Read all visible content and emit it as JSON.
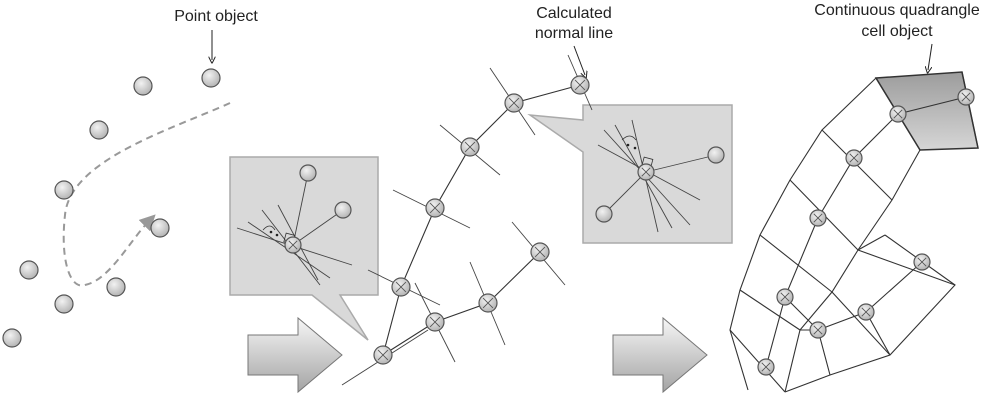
{
  "labels": {
    "point_object": "Point  object",
    "normal_line_1": "Calculated",
    "normal_line_2": "normal line",
    "cell_object_1": "Continuous quadrangle",
    "cell_object_2": "cell object"
  },
  "colors": {
    "point_fill_light": "#e8e8e8",
    "point_fill_dark": "#b5b5b5",
    "callout_fill": "#d9d9d9",
    "arrow_fill_light": "#f4f4f4",
    "arrow_fill_dark": "#a8a8a8",
    "cell_fill": "#b8b8b8"
  }
}
